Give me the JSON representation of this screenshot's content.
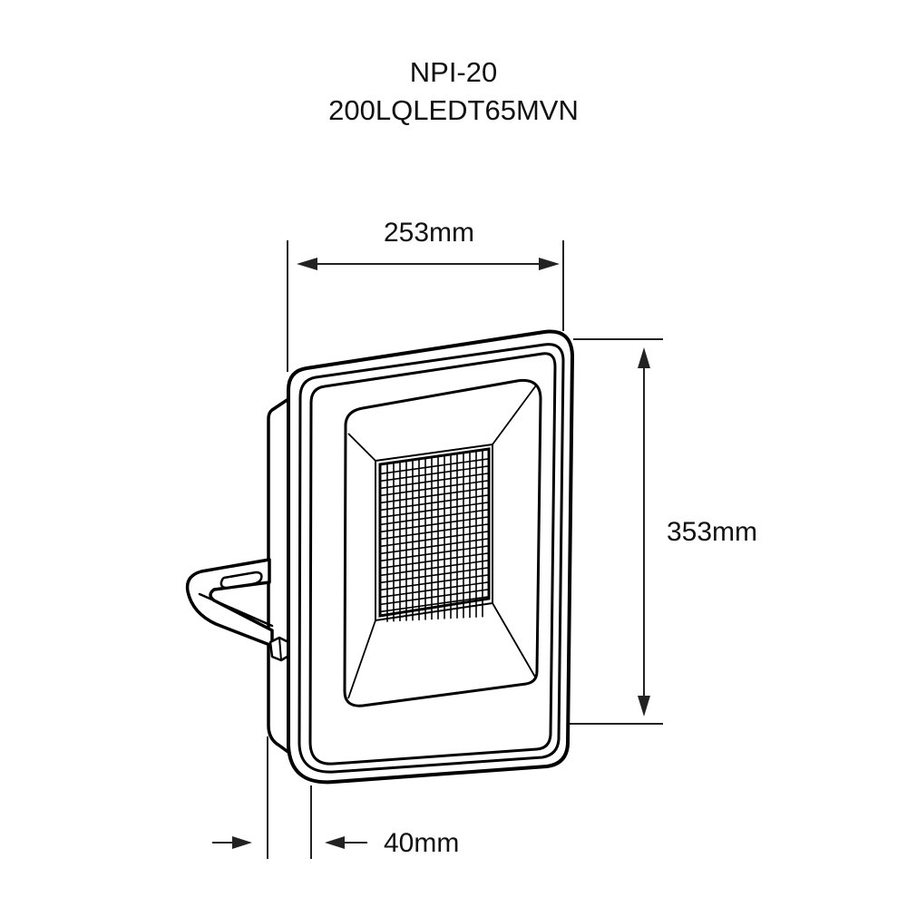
{
  "header": {
    "model": "NPI-20",
    "part_number": "200LQLEDT65MVN"
  },
  "dimensions": {
    "width_label": "253mm",
    "height_label": "353mm",
    "depth_label": "40mm"
  },
  "drawing": {
    "subject": "LED floodlight with mounting bracket",
    "line_color": "#000000",
    "dimension_line_color": "#222222",
    "led_grid": {
      "columns": 16,
      "rows": 22
    }
  }
}
